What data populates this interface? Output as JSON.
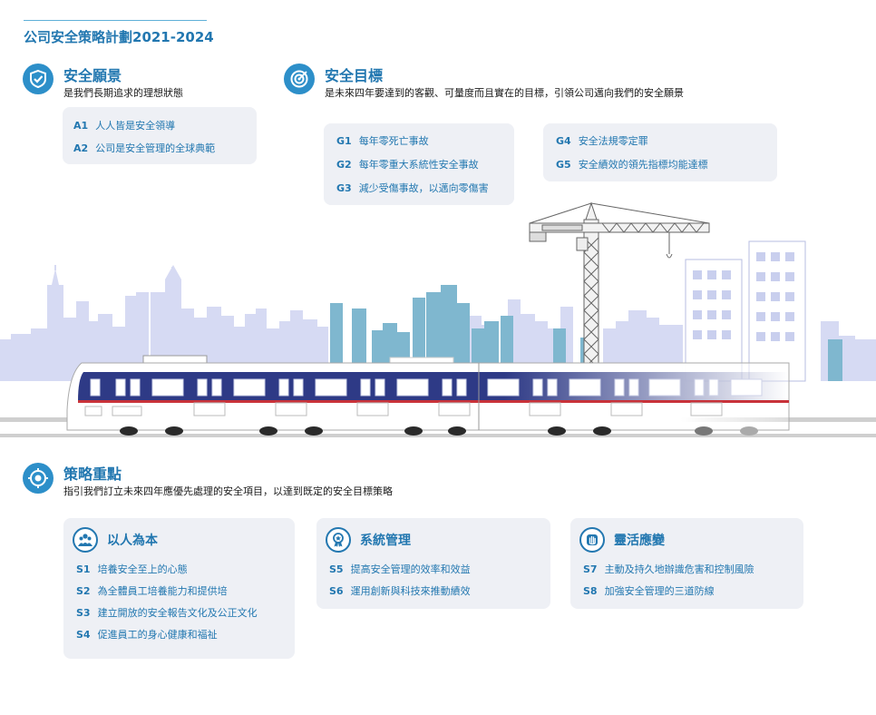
{
  "page_title": "公司安全策略計劃2021-2024",
  "vision": {
    "icon": "shield-check-icon",
    "title": "安全願景",
    "desc": "是我們長期追求的理想狀態",
    "items": [
      {
        "code": "A1",
        "text": "人人皆是安全領導"
      },
      {
        "code": "A2",
        "text": "公司是安全管理的全球典範"
      }
    ]
  },
  "goals": {
    "icon": "target-icon",
    "title": "安全目標",
    "desc": "是未來四年要達到的客觀、可量度而且實在的目標，引領公司邁向我們的安全願景",
    "items_left": [
      {
        "code": "G1",
        "text": "每年零死亡事故"
      },
      {
        "code": "G2",
        "text": "每年零重大系統性安全事故"
      },
      {
        "code": "G3",
        "text": "減少受傷事故，以邁向零傷害"
      }
    ],
    "items_right": [
      {
        "code": "G4",
        "text": "安全法規零定罪"
      },
      {
        "code": "G5",
        "text": "安全績效的領先指標均能達標"
      }
    ]
  },
  "strategy": {
    "icon": "crosshair-icon",
    "title": "策略重點",
    "desc": "指引我們訂立未來四年應優先處理的安全項目，以達到既定的安全目標策略",
    "cards": [
      {
        "icon": "people-icon",
        "title": "以人為本",
        "items": [
          {
            "code": "S1",
            "text": "培養安全至上的心態"
          },
          {
            "code": "S2",
            "text": "為全體員工培養能力和提供培"
          },
          {
            "code": "S3",
            "text": "建立開放的安全報告文化及公正文化"
          },
          {
            "code": "S4",
            "text": "促進員工的身心健康和福祉"
          }
        ]
      },
      {
        "icon": "award-badge-icon",
        "title": "系統管理",
        "items": [
          {
            "code": "S5",
            "text": "提高安全管理的效率和效益"
          },
          {
            "code": "S6",
            "text": "運用創新與科技來推動績效"
          }
        ]
      },
      {
        "icon": "hand-stop-icon",
        "title": "靈活應變",
        "items": [
          {
            "code": "S7",
            "text": "主動及持久地辦識危害和控制風險"
          },
          {
            "code": "S8",
            "text": "加強安全管理的三道防線"
          }
        ]
      }
    ]
  },
  "colors": {
    "accent": "#2277b0",
    "icon_blue": "#2d8fc9",
    "card_bg": "#eef0f5",
    "skyline_light": "#d6daf3",
    "skyline_teal": "#7fb7cf",
    "train_navy": "#2e3a86",
    "train_red": "#c8323a"
  }
}
